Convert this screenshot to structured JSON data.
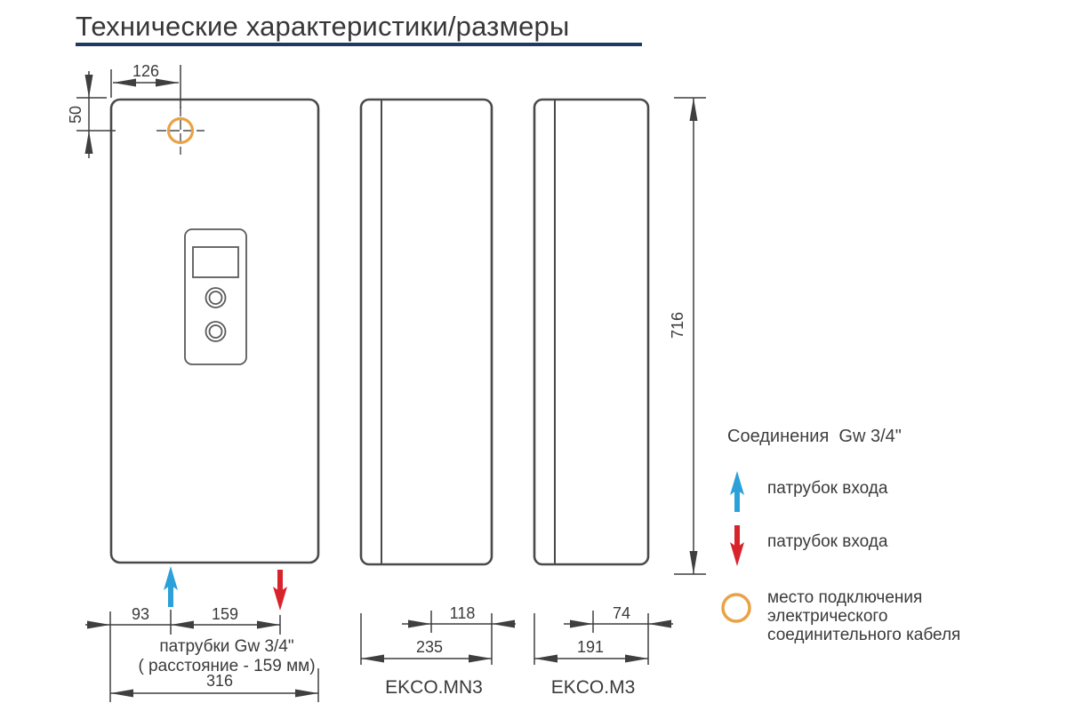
{
  "title": "Технические характеристики/размеры",
  "colors": {
    "underline_navy": "#1e3a63",
    "inlet_blue": "#2ba1da",
    "outlet_red": "#d8232b",
    "cable_orange": "#e9a245",
    "drawing_line": "#4a4a4a"
  },
  "drawing": {
    "front": {
      "dim_hole_x": "126",
      "dim_hole_y": "50",
      "dim_inlet_offset": "93",
      "dim_pipe_spacing": "159",
      "note_line1": "патрубки Gw 3/4\"",
      "note_line2": "( расстояние - 159 мм)",
      "dim_width": "316"
    },
    "side_mn3": {
      "dim_front": "118",
      "dim_depth": "235",
      "model": "EKCO.MN3"
    },
    "side_m3": {
      "dim_front": "74",
      "dim_depth": "191",
      "model": "EKCO.M3"
    },
    "dim_height": "716"
  },
  "legend": {
    "heading": "Соединения  Gw 3/4\"",
    "inlet_label": "патрубок входа",
    "outlet_label": "патрубок входа",
    "cable_lines": [
      "место подключения",
      "электрического",
      "соединительного кабеля"
    ]
  }
}
